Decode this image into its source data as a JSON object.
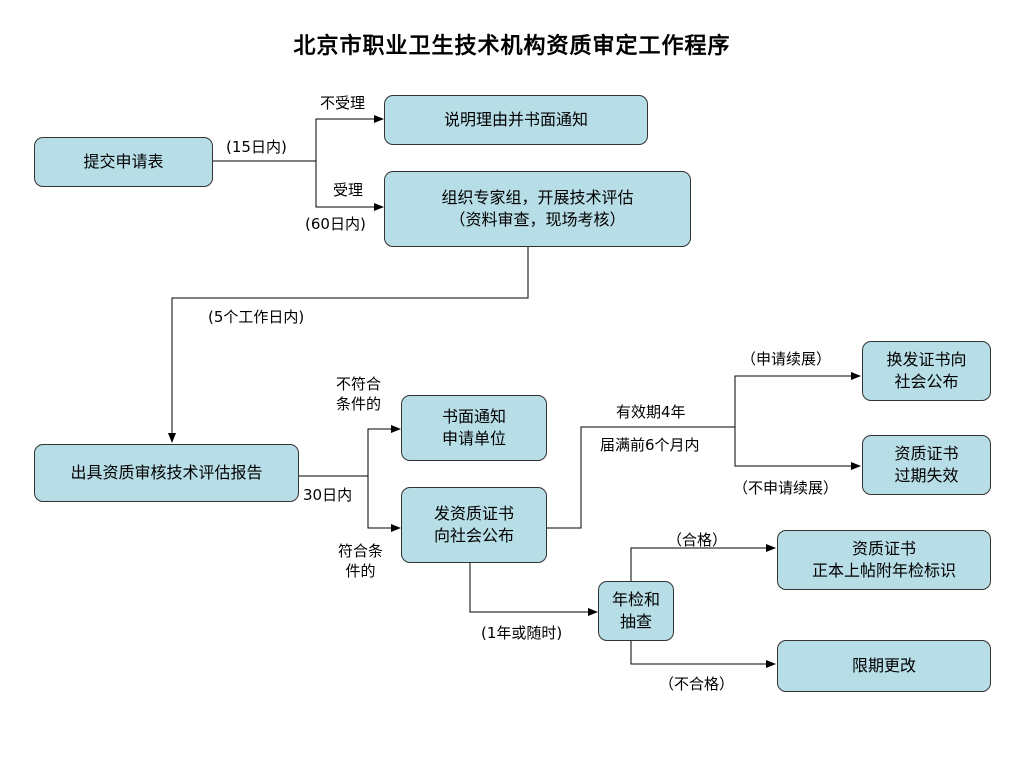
{
  "title": "北京市职业卫生技术机构资质审定工作程序",
  "boxes": {
    "submit": "提交申请表",
    "reject_notice": "说明理由并书面通知",
    "evaluate": [
      "组织专家组，开展技术评估",
      "（资料审查，现场考核）"
    ],
    "report": "出具资质审核技术评估报告",
    "written_notice": [
      "书面通知",
      "申请单位"
    ],
    "issue": [
      "发资质证书",
      "向社会公布"
    ],
    "renew": [
      "换发证书向",
      "社会公布"
    ],
    "expire": [
      "资质证书",
      "过期失效"
    ],
    "annual_check": [
      "年检和",
      "抽查"
    ],
    "qualified_mark": [
      "资质证书",
      "正本上帖附年检标识"
    ],
    "rectify": "限期更改"
  },
  "labels": {
    "not_accept": "不受理",
    "days15": "(15日内)",
    "accept": "受理",
    "days60": "(60日内)",
    "workdays5": "(5个工作日内)",
    "not_qualified": [
      "不符合",
      "条件的"
    ],
    "days30": "30日内",
    "qualified": [
      "符合条",
      "件的"
    ],
    "validity": "有效期4年",
    "before_expiry": "届满前6个月内",
    "apply_renew": "（申请续展）",
    "no_renew": "（不申请续展）",
    "yearly": "(1年或随时)",
    "pass": "（合格）",
    "fail": "（不合格）"
  },
  "colors": {
    "box_fill": "#b7dde6",
    "box_border": "#333333",
    "line": "#000000"
  }
}
